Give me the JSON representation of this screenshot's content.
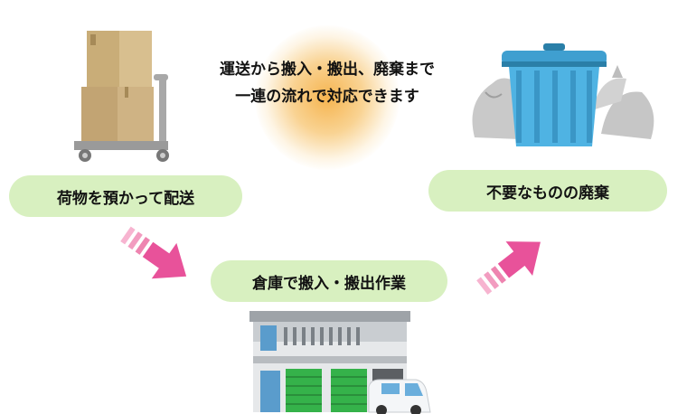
{
  "center": {
    "line1": "運送から搬入・搬出、廃棄まで",
    "line2": "一連の流れで対応できます"
  },
  "steps": {
    "storage": "荷物を預かって配送",
    "warehouse": "倉庫で搬入・搬出作業",
    "disposal": "不要なものの廃棄"
  },
  "colors": {
    "pill": "#d8f0c0",
    "arrow": "#e83e8c",
    "glow": "#f5b046"
  }
}
